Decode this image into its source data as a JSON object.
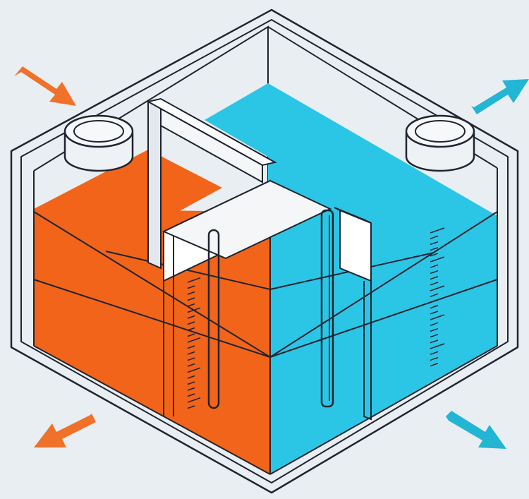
{
  "diagram": {
    "colors": {
      "background": "#e9eef2",
      "outline": "#1f2430",
      "orange_fluid": "#f26419",
      "blue_fluid": "#2bc6e6",
      "panel": "#f4f6f8",
      "orange_arrow": "#f0712a",
      "blue_arrow": "#22b5d4"
    },
    "arrows": [
      {
        "name": "inflow-arrow-top-left",
        "color": "orange",
        "direction": "inward"
      },
      {
        "name": "outflow-arrow-top-right",
        "color": "blue",
        "direction": "outward"
      },
      {
        "name": "outflow-arrow-bottom-left",
        "color": "orange",
        "direction": "outward"
      },
      {
        "name": "outflow-arrow-bottom-right",
        "color": "blue",
        "direction": "outward"
      }
    ],
    "chambers": [
      {
        "name": "left-chamber",
        "fluid": "orange"
      },
      {
        "name": "right-chamber",
        "fluid": "blue"
      }
    ],
    "icons": [
      "filler-cap-icon",
      "filler-cap-icon",
      "dipstick-icon",
      "dipstick-icon",
      "measurement-scale-icon"
    ]
  }
}
